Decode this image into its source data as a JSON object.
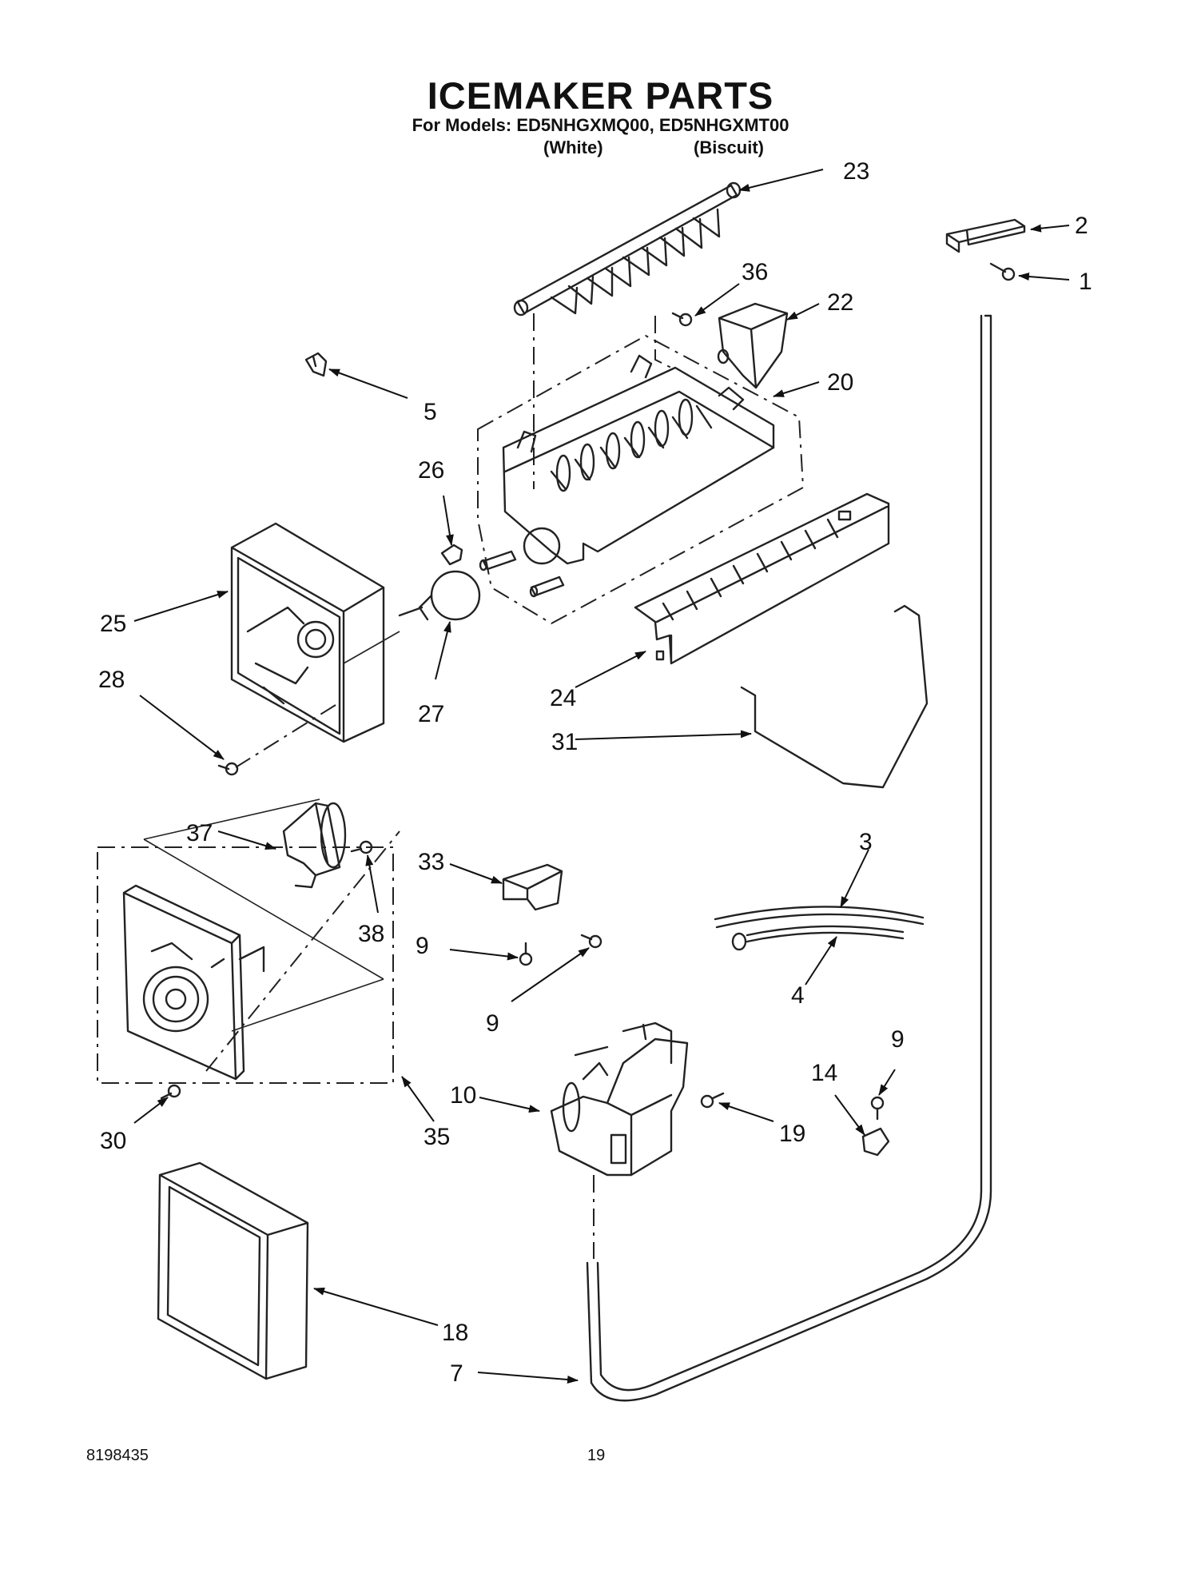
{
  "header": {
    "title": "ICEMAKER PARTS",
    "models_line": "For Models: ED5NHGXMQ00, ED5NHGXMT00",
    "color_1": "(White)",
    "color_2": "(Biscuit)"
  },
  "footer": {
    "doc_number": "8198435",
    "page_number": "19"
  },
  "callouts": {
    "c1": "1",
    "c2": "2",
    "c3": "3",
    "c4": "4",
    "c5": "5",
    "c7": "7",
    "c9a": "9",
    "c9b": "9",
    "c9c": "9",
    "c10": "10",
    "c14": "14",
    "c18": "18",
    "c19": "19",
    "c20": "20",
    "c22": "22",
    "c23": "23",
    "c24": "24",
    "c25": "25",
    "c26": "26",
    "c27": "27",
    "c28": "28",
    "c30": "30",
    "c31": "31",
    "c33": "33",
    "c35": "35",
    "c36": "36",
    "c37": "37",
    "c38": "38"
  }
}
